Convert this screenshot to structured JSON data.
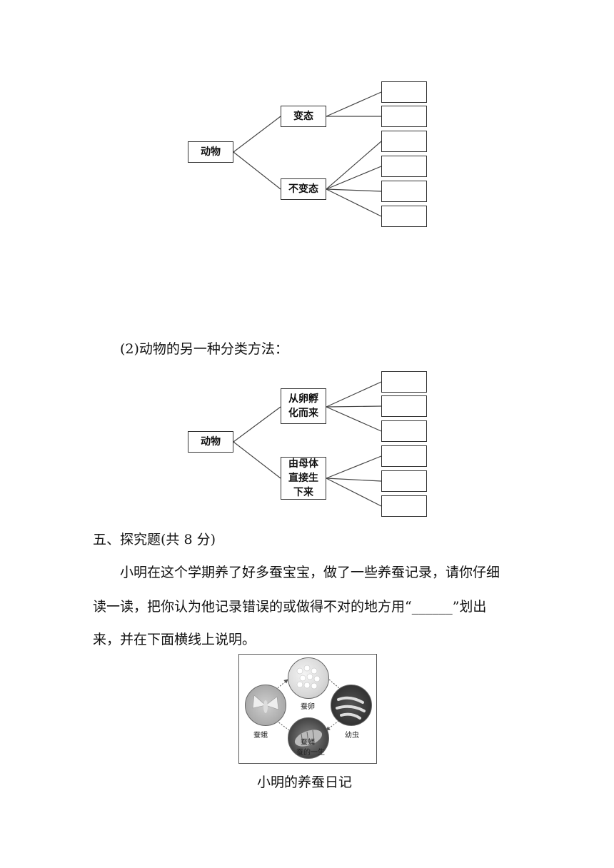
{
  "diagram1": {
    "root": "动物",
    "branch_a": "变态",
    "branch_b": "不变态"
  },
  "question2_label": "(2)动物的另一种分类方法：",
  "diagram2": {
    "root": "动物",
    "branch_a": "从卵孵化而来",
    "branch_b": "由母体直接生下来"
  },
  "section5_title": "五、探究题(共 8 分)",
  "paragraph": {
    "line1": "小明在这个学期养了好多蚕宝宝，做了一些养蚕记录，请你仔细",
    "line2": "读一读，把你认为他记录错误的或做得不对的地方用“______”划出",
    "line3": "来，并在下面横线上说明。"
  },
  "figure": {
    "egg": "蚕卵",
    "larva": "幼虫",
    "pupa": "蚕蛹",
    "moth": "蚕蛾",
    "cycle_title": "蚕的一生"
  },
  "figure_caption": "小明的养蚕日记"
}
